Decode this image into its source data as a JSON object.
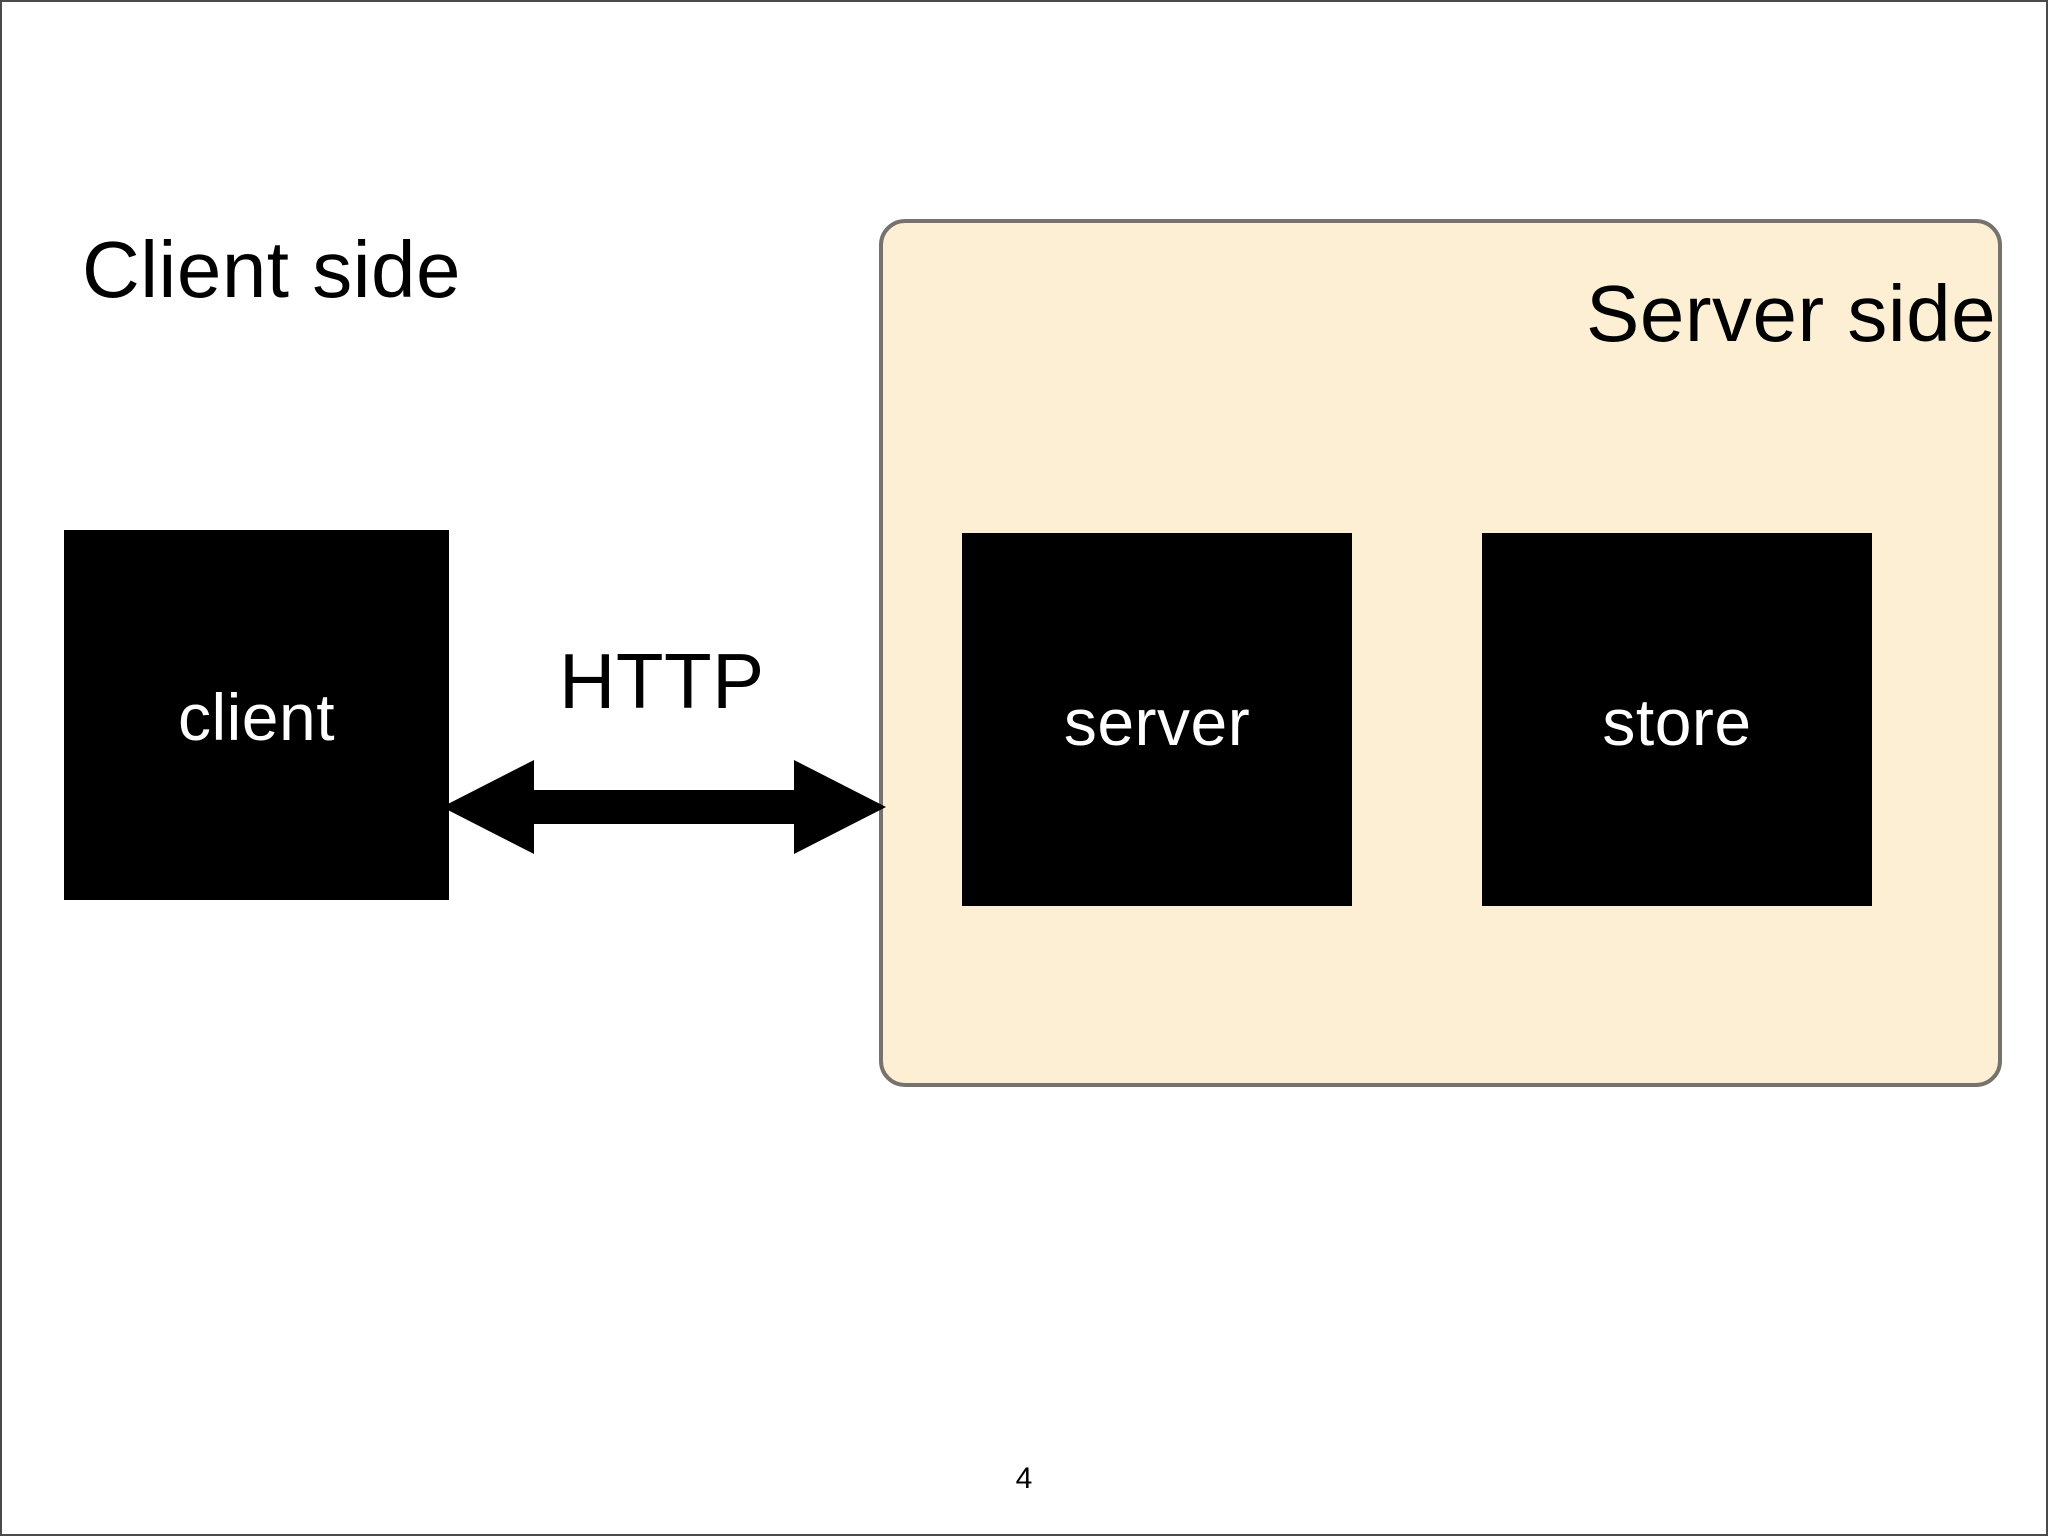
{
  "slide": {
    "page_number": "4",
    "background_color": "#ffffff",
    "border_color": "#4a4a4e"
  },
  "labels": {
    "client_side": "Client side",
    "server_side": "Server side"
  },
  "panel": {
    "name": "server-side-panel",
    "fill_color": "#FCEFD4",
    "border_color": "#76736f"
  },
  "nodes": [
    {
      "id": "client",
      "label": "client",
      "fill_color": "#000000",
      "text_color": "#ffffff"
    },
    {
      "id": "server",
      "label": "server",
      "fill_color": "#000000",
      "text_color": "#ffffff"
    },
    {
      "id": "store",
      "label": "store",
      "fill_color": "#000000",
      "text_color": "#ffffff"
    }
  ],
  "connector": {
    "label": "HTTP",
    "icon": "double-headed-arrow-icon",
    "color": "#000000",
    "from": "client",
    "to": "server"
  }
}
